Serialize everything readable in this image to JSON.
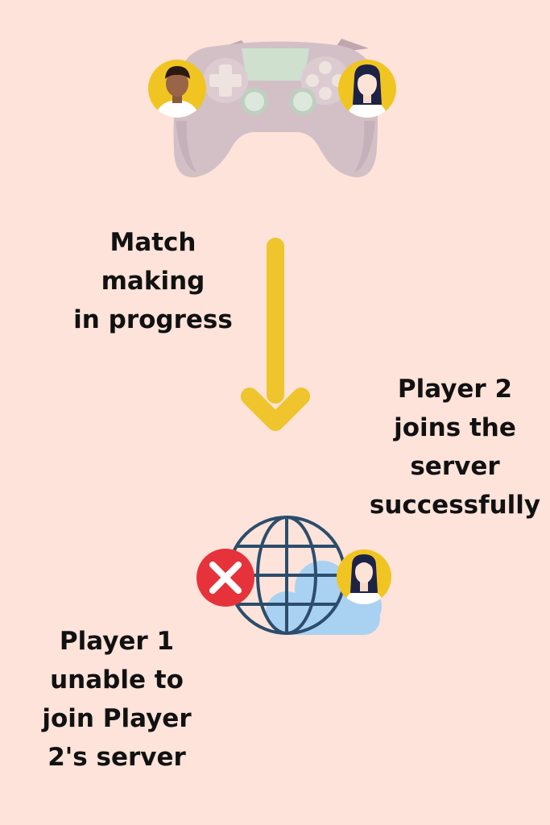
{
  "colors": {
    "background": "#fde3d9",
    "arrow": "#efc42c",
    "controller": "#d3c0c6",
    "controller_shade": "#bfa7b0",
    "controller_screen": "#cfe0cf",
    "button_light": "#efe3e0",
    "stick": "#dce8dc",
    "globe": "#2c4d6c",
    "cloud": "#a9d1f2",
    "avatar_ring": "#f0c522",
    "error_red": "#e6333b",
    "text": "#111111"
  },
  "labels": {
    "matchmaking": "Match\nmaking\nin progress",
    "player2_joins": "Player 2\njoins the\nserver\nsuccessfully",
    "player1_fails": "Player 1\nunable to\njoin Player\n2's server"
  },
  "icons": {
    "controller": "game-controller-icon",
    "player1": "player1-avatar-icon",
    "player2": "player2-avatar-icon",
    "arrow": "arrow-down-icon",
    "globe": "globe-icon",
    "cloud": "cloud-icon",
    "error": "error-x-icon"
  }
}
